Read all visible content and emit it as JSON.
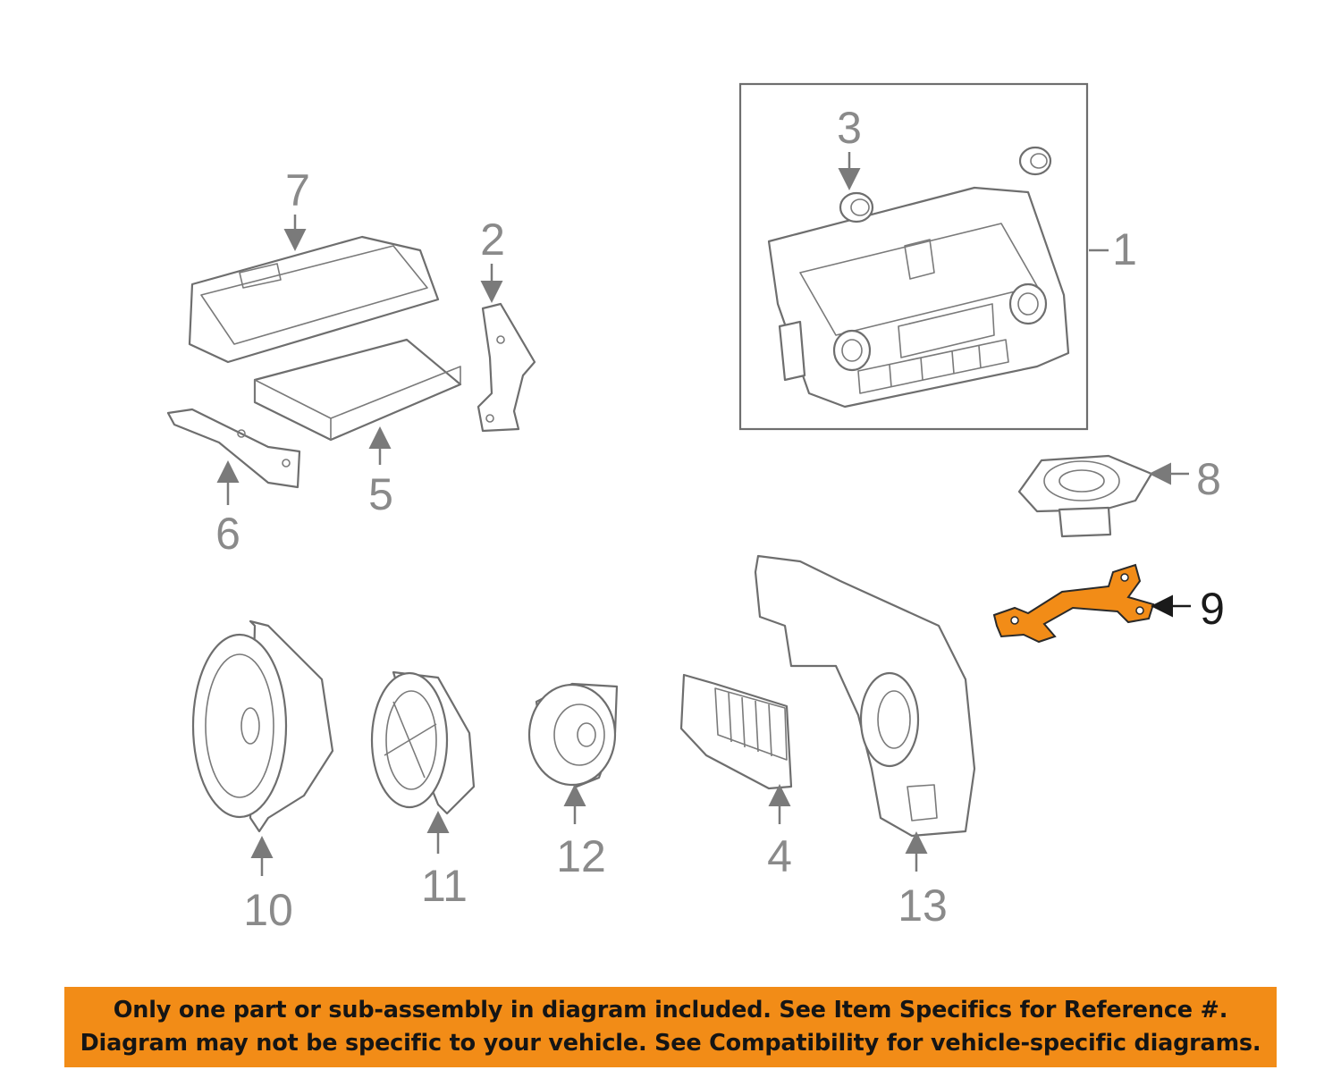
{
  "callouts": [
    {
      "id": "1",
      "text": "1"
    },
    {
      "id": "2",
      "text": "2"
    },
    {
      "id": "3",
      "text": "3"
    },
    {
      "id": "4",
      "text": "4"
    },
    {
      "id": "5",
      "text": "5"
    },
    {
      "id": "6",
      "text": "6"
    },
    {
      "id": "7",
      "text": "7"
    },
    {
      "id": "8",
      "text": "8"
    },
    {
      "id": "9",
      "text": "9"
    },
    {
      "id": "10",
      "text": "10"
    },
    {
      "id": "11",
      "text": "11"
    },
    {
      "id": "12",
      "text": "12"
    },
    {
      "id": "13",
      "text": "13"
    }
  ],
  "highlighted_part": "9",
  "colors": {
    "highlight_part": "#f28c17",
    "notice_background": "#f28c17",
    "line_art": "#6e6e6e",
    "callout_text": "#8a8a8a"
  },
  "notice": {
    "line1": "Only one part or sub-assembly in diagram included. See Item Specifics for Reference #.",
    "line2": "Diagram may not be specific to your vehicle. See Compatibility for vehicle-specific diagrams."
  }
}
